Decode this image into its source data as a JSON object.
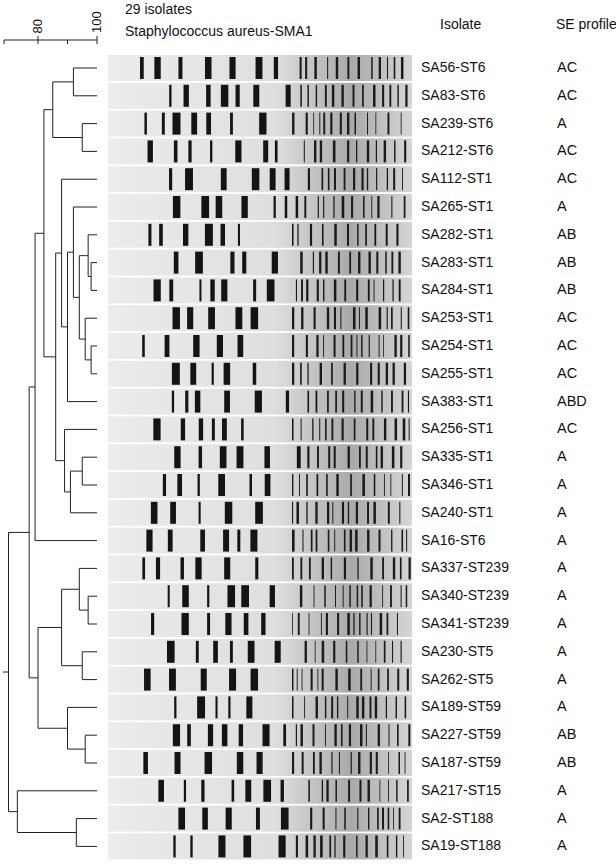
{
  "diagram": {
    "labels": [
      "29 isolates",
      "Staphylococcus aureus-SMA1",
      "80",
      "100",
      "Isolate",
      "SE profile",
      "SA56-ST6",
      "AC",
      "SA83-ST6",
      "AC",
      "SA239-ST6",
      "A",
      "SA212-ST6",
      "AC",
      "SA112-ST1",
      "AC",
      "SA265-ST1",
      "A",
      "SA282-ST1",
      "AB",
      "SA283-ST1",
      "AB",
      "SA284-ST1",
      "AB",
      "SA253-ST1",
      "AC",
      "SA254-ST1",
      "AC",
      "SA255-ST1",
      "AC",
      "SA383-ST1",
      "ABD",
      "SA256-ST1",
      "AC",
      "SA335-ST1",
      "A",
      "SA346-ST1",
      "A",
      "SA240-ST1",
      "A",
      "SA16-ST6",
      "A",
      "SA337-ST239",
      "A",
      "SA340-ST239",
      "A",
      "SA341-ST239",
      "A",
      "SA230-ST5",
      "A",
      "SA262-ST5",
      "A",
      "SA189-ST59",
      "A",
      "SA227-ST59",
      "AB",
      "SA187-ST59",
      "AB",
      "SA217-ST15",
      "A",
      "SA2-ST188",
      "A",
      "SA19-ST188",
      "A"
    ]
  }
}
